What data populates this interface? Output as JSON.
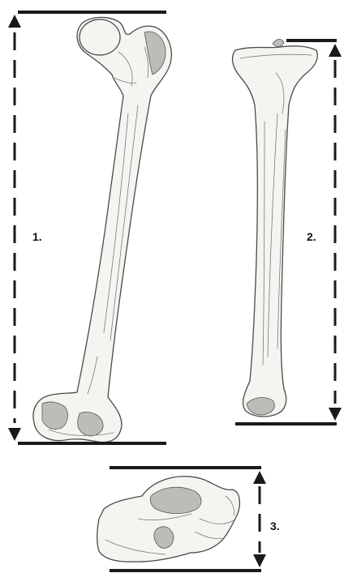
{
  "labels": {
    "femur": "1.",
    "tibia": "2.",
    "calcaneus": "3."
  }
}
